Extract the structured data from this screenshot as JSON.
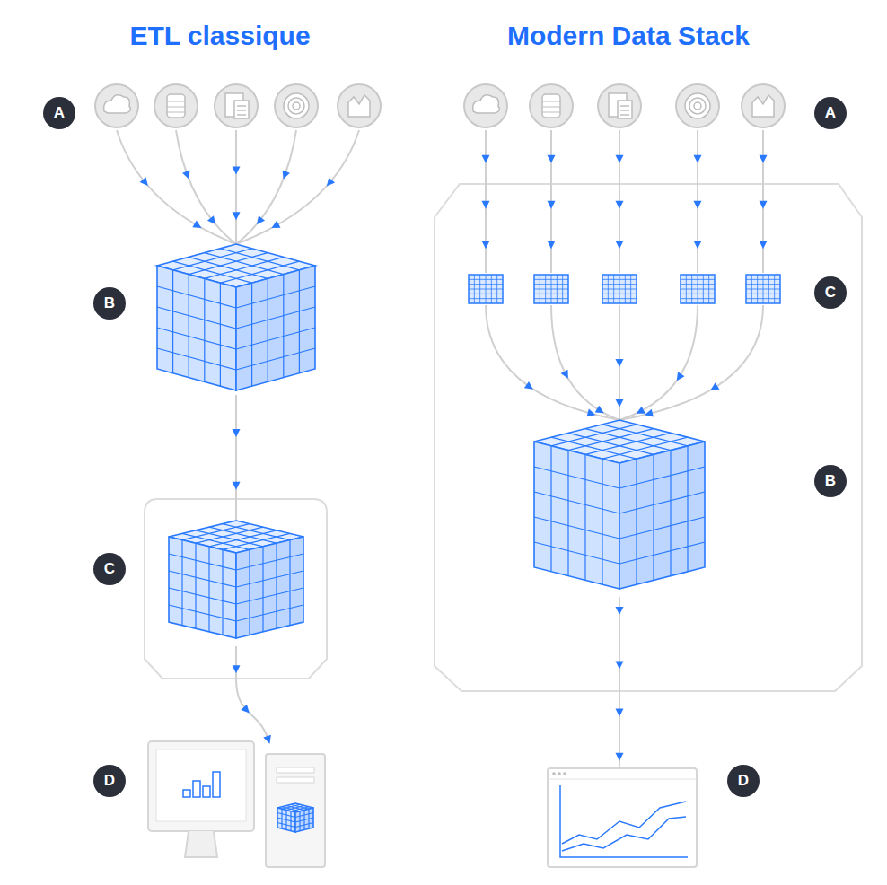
{
  "diagram": {
    "labels": [
      "ETL classique",
      "Modern Data Stack",
      "A",
      "B",
      "C",
      "D",
      "A",
      "C",
      "B",
      "D"
    ]
  }
}
